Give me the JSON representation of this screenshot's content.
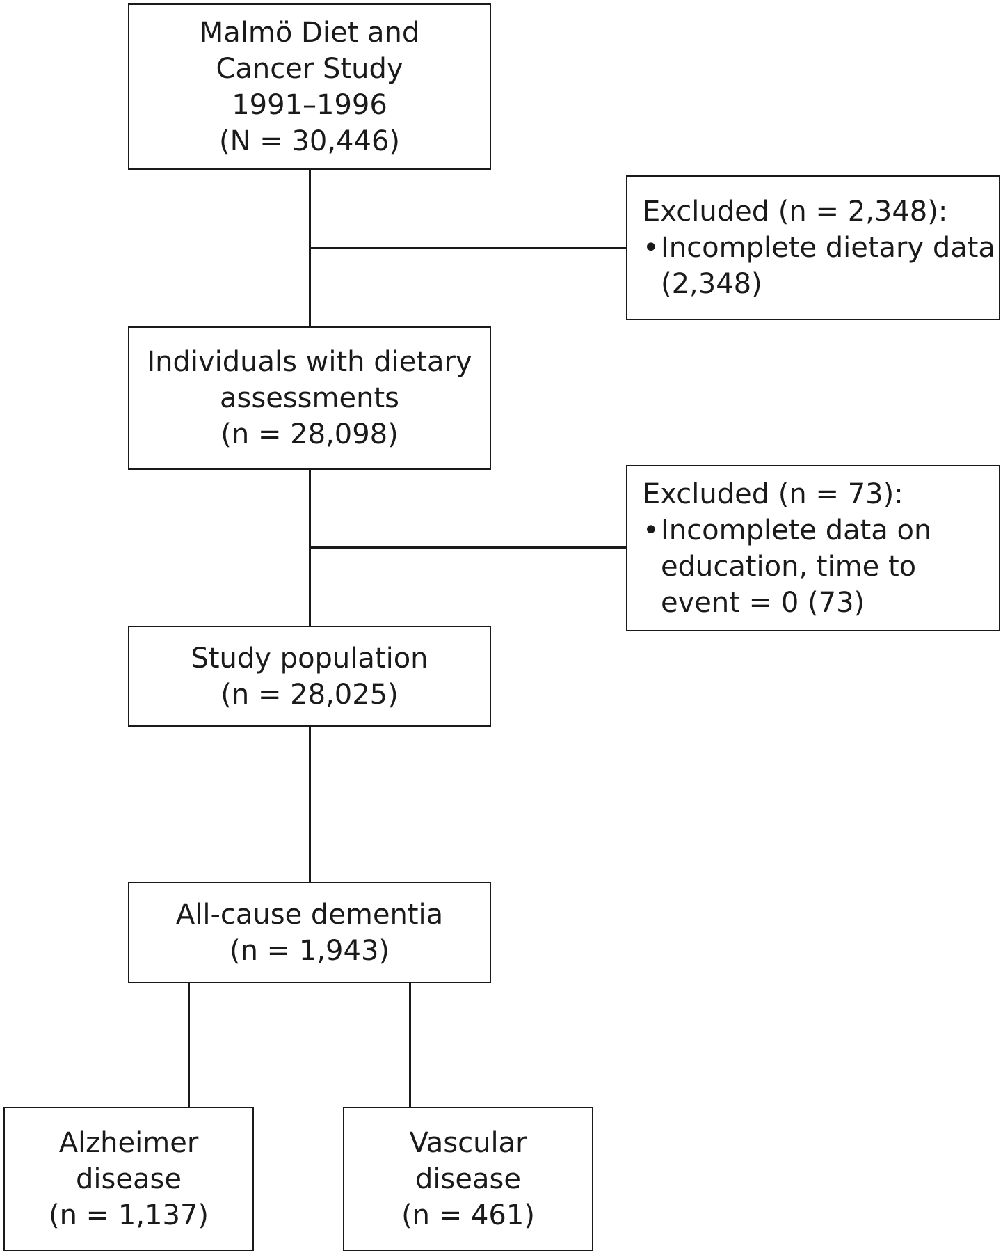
{
  "boxes": {
    "mdcs": {
      "lines": [
        "Malmö Diet and",
        "Cancer Study",
        "1991–1996",
        "(N = 30,446)"
      ]
    },
    "excluded1": {
      "title": "Excluded (n = 2,348):",
      "bullet": "•",
      "bullet_lines": [
        "Incomplete dietary data",
        "(2,348)"
      ]
    },
    "dietary": {
      "lines": [
        "Individuals with dietary",
        "assessments",
        "(n = 28,098)"
      ]
    },
    "excluded2": {
      "title": "Excluded (n = 73):",
      "bullet": "•",
      "bullet_lines": [
        "Incomplete data on",
        "education, time to",
        "event = 0 (73)"
      ]
    },
    "study": {
      "lines": [
        "Study population",
        "(n = 28,025)"
      ]
    },
    "dementia": {
      "lines": [
        "All-cause dementia",
        "(n = 1,943)"
      ]
    },
    "alzheimer": {
      "lines": [
        "Alzheimer",
        "disease",
        "(n = 1,137)"
      ]
    },
    "vascular": {
      "lines": [
        "Vascular",
        "disease",
        "(n = 461)"
      ]
    }
  }
}
